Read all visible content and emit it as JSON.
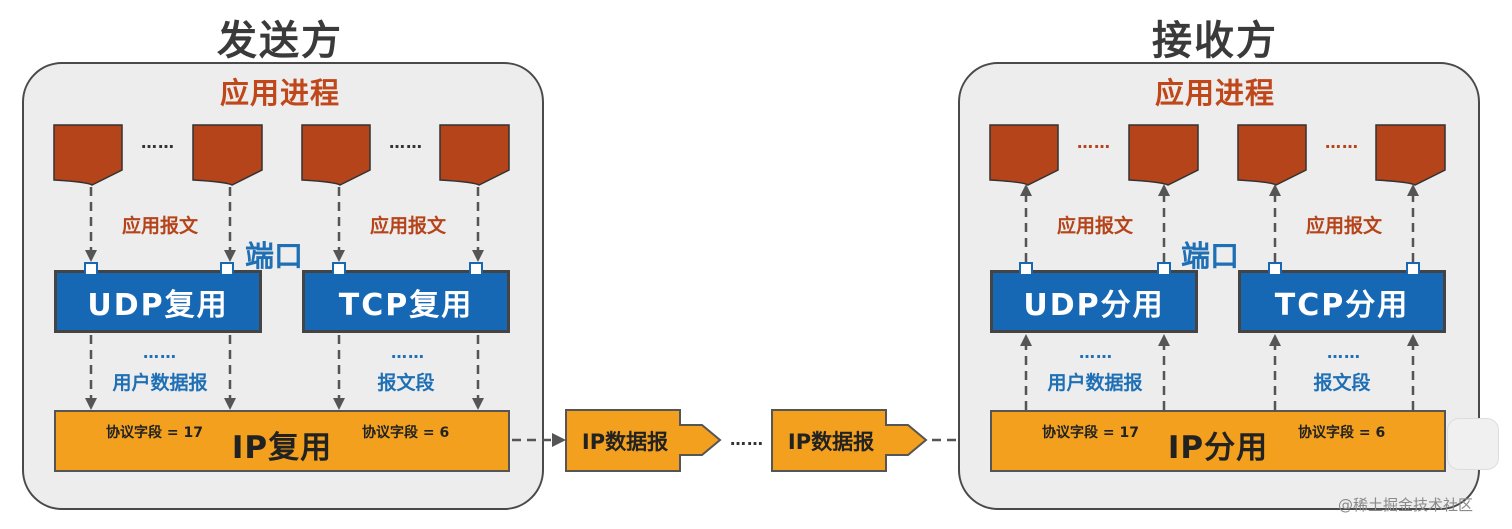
{
  "sender": {
    "title": "发送方",
    "process": "应用进程",
    "msg_label": "应用报文",
    "port_label": "端口",
    "udp": "UDP复用",
    "tcp": "TCP复用",
    "udp_seg": "用户数据报",
    "tcp_seg": "报文段",
    "ip": "IP复用",
    "proto_udp": "协议字段 = 17",
    "proto_tcp": "协议字段 = 6"
  },
  "receiver": {
    "title": "接收方",
    "process": "应用进程",
    "msg_label": "应用报文",
    "port_label": "端口",
    "udp": "UDP分用",
    "tcp": "TCP分用",
    "udp_seg": "用户数据报",
    "tcp_seg": "报文段",
    "ip": "IP分用",
    "proto_udp": "协议字段 = 17",
    "proto_tcp": "协议字段 = 6"
  },
  "transit": {
    "datagram1": "IP数据报",
    "datagram2": "IP数据报",
    "ellipsis": "……"
  },
  "ellipsis": "…… ",
  "watermark": "@稀土掘金技术社区",
  "colors": {
    "process_doc": "#b5441a",
    "mux_blue": "#1768b4",
    "ip_orange": "#f2a01e",
    "panel_gray": "#ededed"
  }
}
